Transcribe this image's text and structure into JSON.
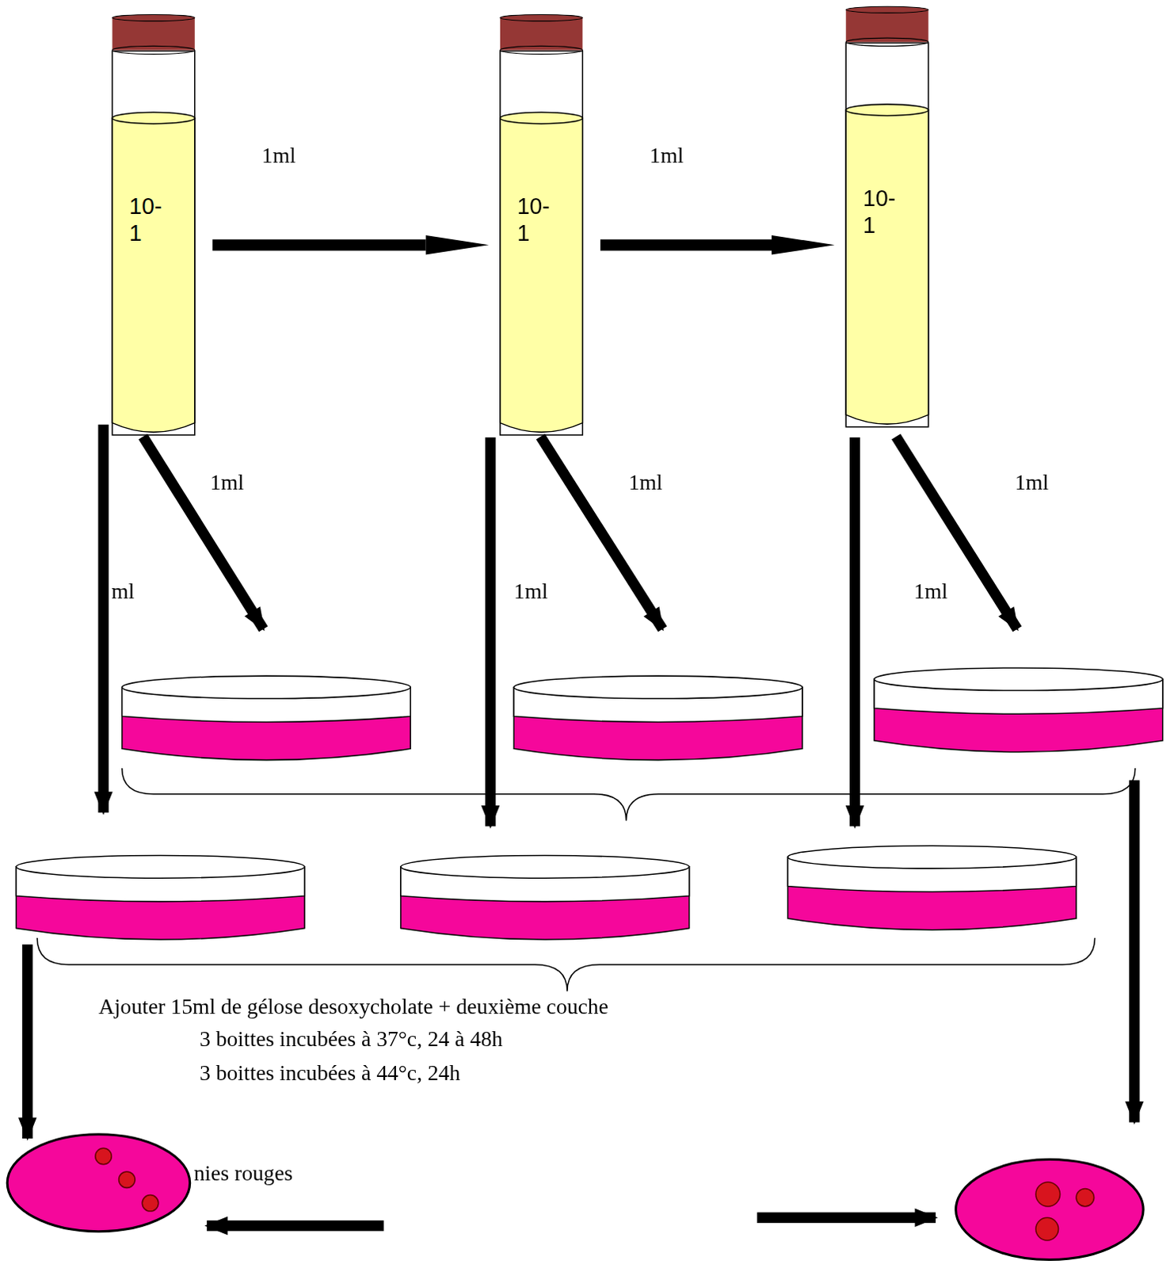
{
  "diagram": {
    "nodes": [
      {
        "text": [
          "10-1"
        ]
      },
      {
        "text": [
          "10-1"
        ]
      },
      {
        "text": [
          "10-1"
        ]
      }
    ],
    "edges": [
      {
        "from": 0,
        "to": 1,
        "arrow": "to",
        "label": "1ml"
      },
      {
        "from": 1,
        "to": 2,
        "arrow": "to",
        "label": "1ml"
      }
    ],
    "labels": [
      "1ml",
      "ml",
      "1ml",
      "1ml",
      "1ml",
      "1ml",
      "Ajouter 15ml de gélose desoxycholate + deuxième couche",
      "3 boittes incubées à 37°c, 24 à 48h",
      "3 boittes incubées à 44°c, 24h",
      "nies rouges"
    ]
  }
}
